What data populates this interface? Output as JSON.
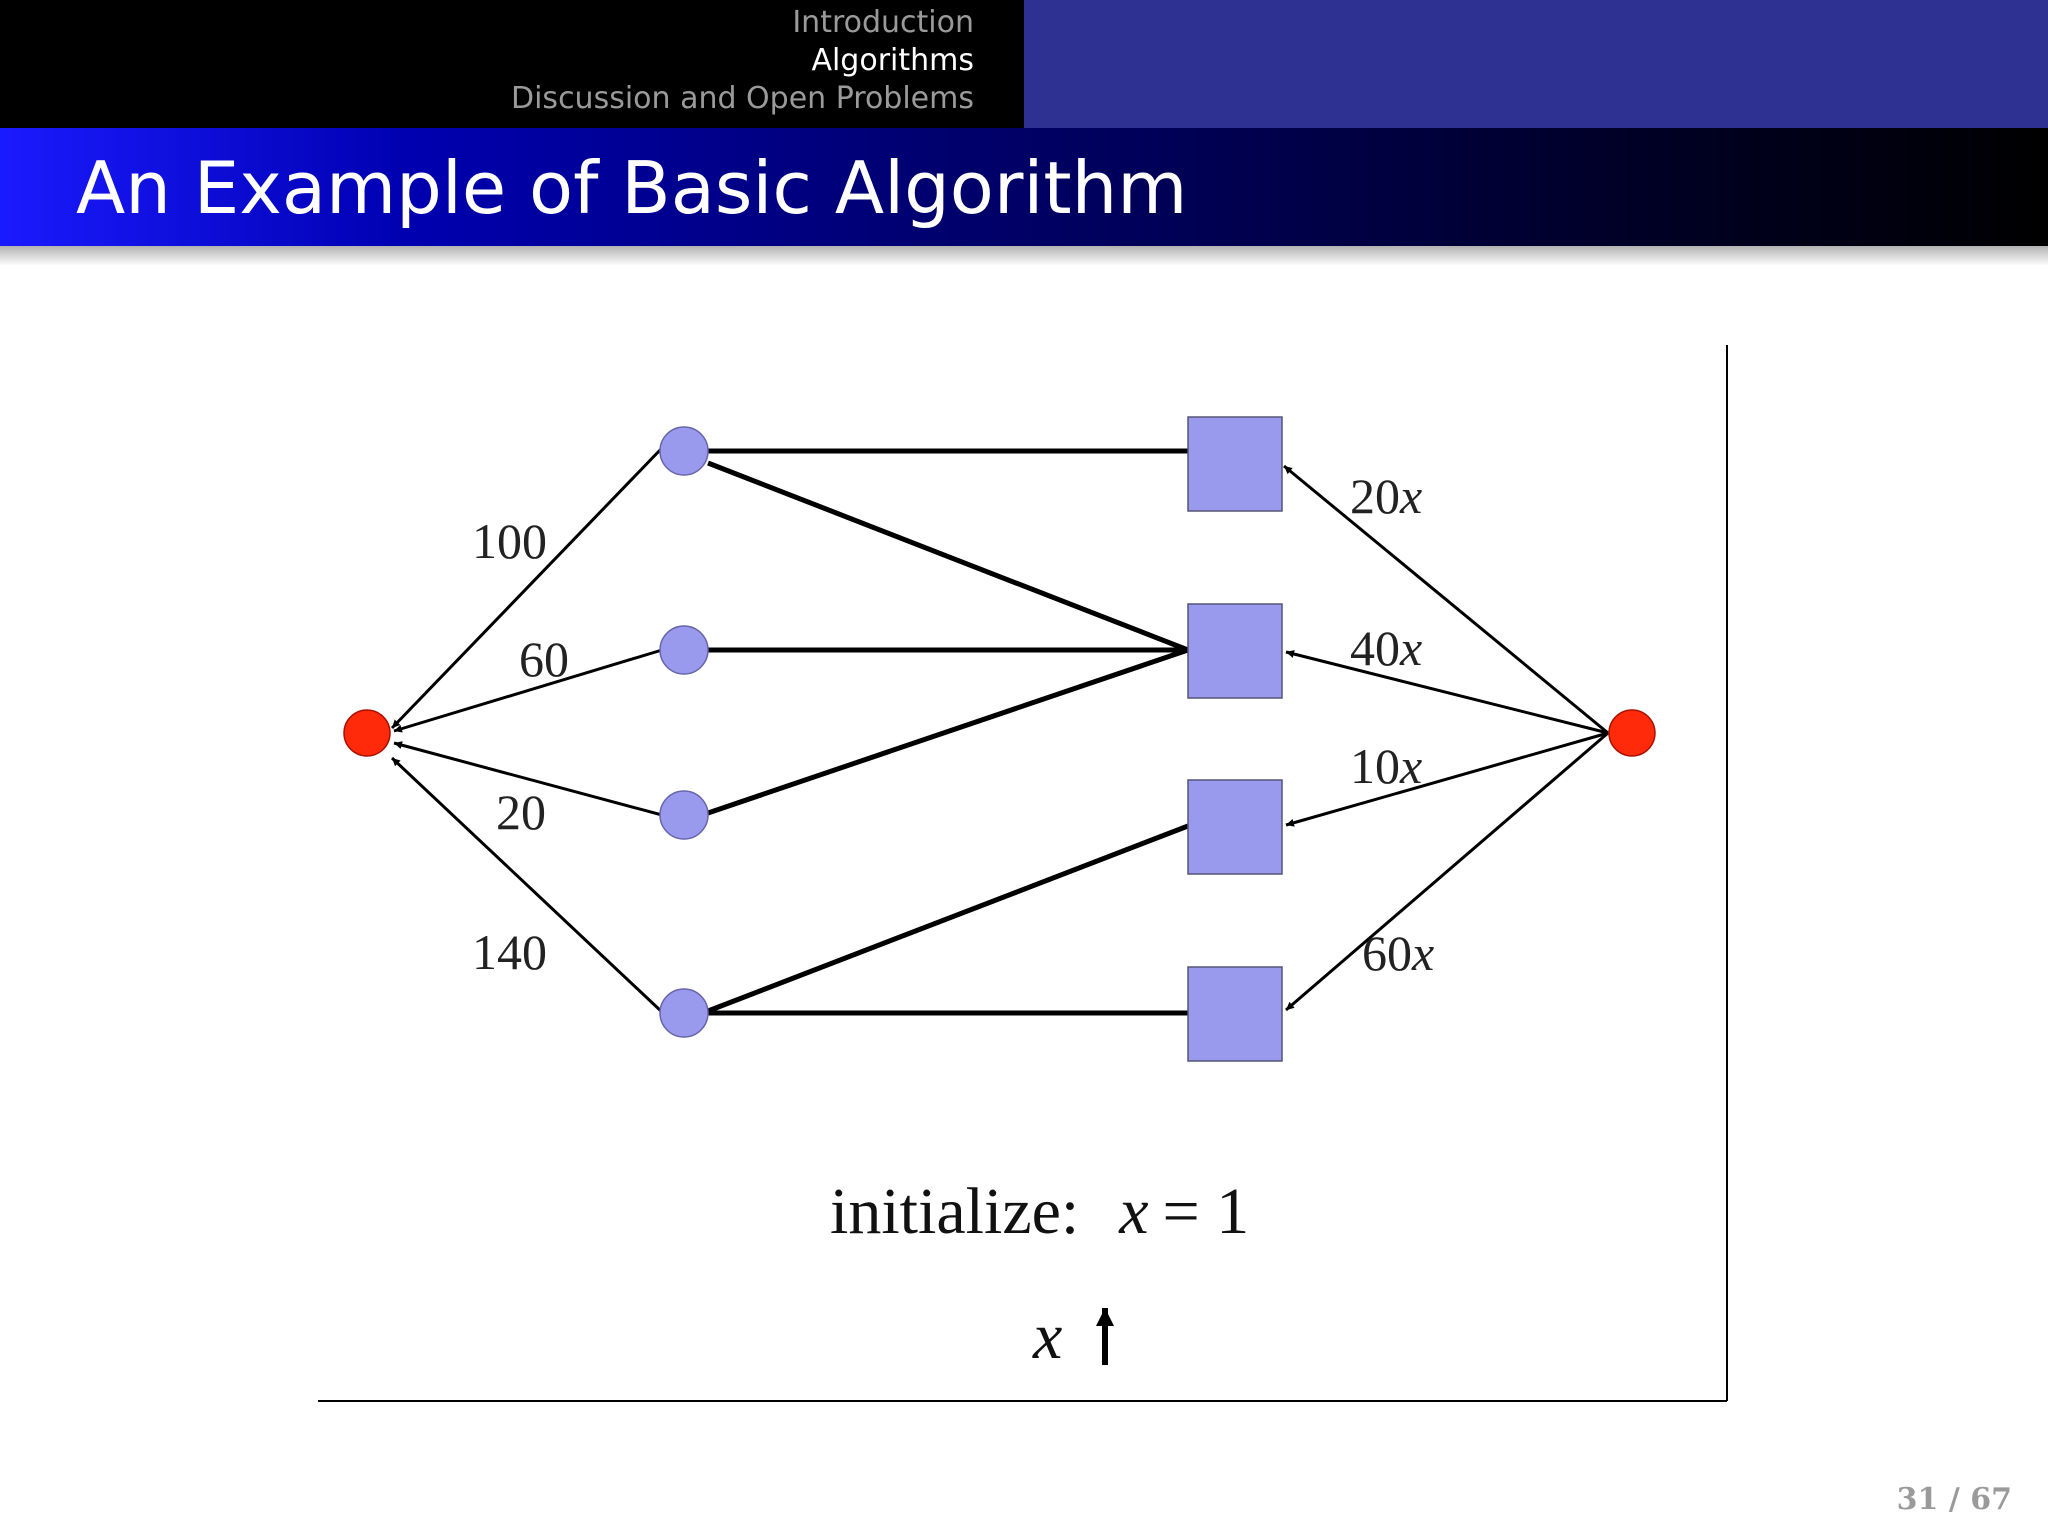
{
  "nav": {
    "items": [
      {
        "label": "Introduction",
        "active": false
      },
      {
        "label": "Algorithms",
        "active": true
      },
      {
        "label": "Discussion and Open Problems",
        "active": false
      }
    ]
  },
  "slide": {
    "title": "An Example of Basic Algorithm",
    "page_number": "31 / 67"
  },
  "diagram": {
    "colors": {
      "terminal_node": "#ff2a0a",
      "left_node": "#9999ee",
      "right_node": "#9999ee",
      "edge": "#000000"
    },
    "left_edge_labels": [
      "100",
      "60",
      "20",
      "140"
    ],
    "right_edge_labels": {
      "l1_italic": "x",
      "l1_num": "20",
      "l2_italic": "x",
      "l2_num": "40",
      "l3_italic": "x",
      "l3_num": "10",
      "l4_italic": "x",
      "l4_num": "60"
    },
    "init_text": "initialize:",
    "init_var": "x",
    "init_eq": "= 1",
    "bottom_var": "x",
    "bottom_arrow": "increase"
  }
}
